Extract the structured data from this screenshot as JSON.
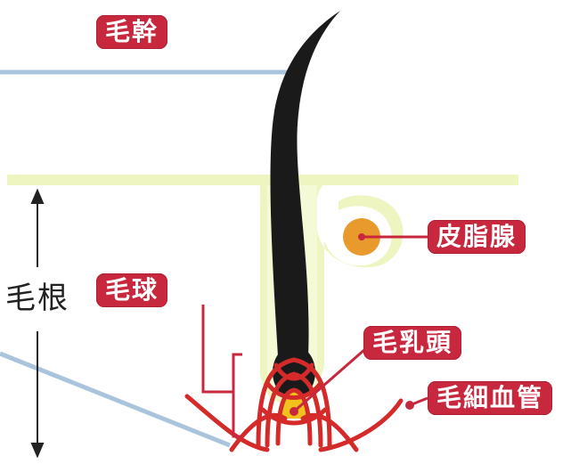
{
  "labels": {
    "hair_shaft": "毛幹",
    "sebaceous_gland": "皮脂腺",
    "hair_root": "毛根",
    "hair_bulb": "毛球",
    "dermal_papilla": "毛乳頭",
    "capillaries": "毛細血管"
  },
  "colors": {
    "label_bg": "#c8283d",
    "label_text": "#ffffff",
    "hair": "#1a1a1a",
    "follicle": "#eef5c0",
    "skin_line": "#a9c4dc",
    "gland": "#e89a2c",
    "vessel": "#d42a2a"
  }
}
